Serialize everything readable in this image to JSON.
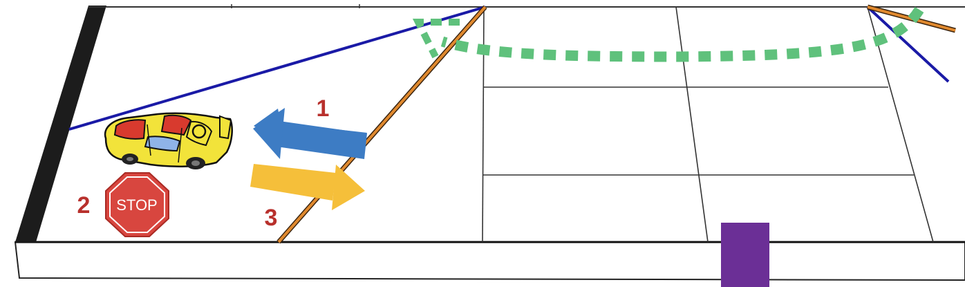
{
  "steps": {
    "step1": "1",
    "step2": "2",
    "step3": "3"
  },
  "stop_sign": {
    "text": "STOP"
  },
  "colors": {
    "board_edge": "#1c1c1c",
    "blue_line": "#1a1aa6",
    "orange_line": "#e0892e",
    "green_path": "#5fc17c",
    "blue_arrow": "#3d7cc4",
    "yellow_arrow": "#f5bf3a",
    "label_red": "#b8302c",
    "stop_red": "#d8463f",
    "car_yellow": "#f2e33a",
    "car_red": "#d83a2e",
    "purple_block": "#6b2f96"
  },
  "icons": [
    "car-icon",
    "stop-sign-icon"
  ]
}
